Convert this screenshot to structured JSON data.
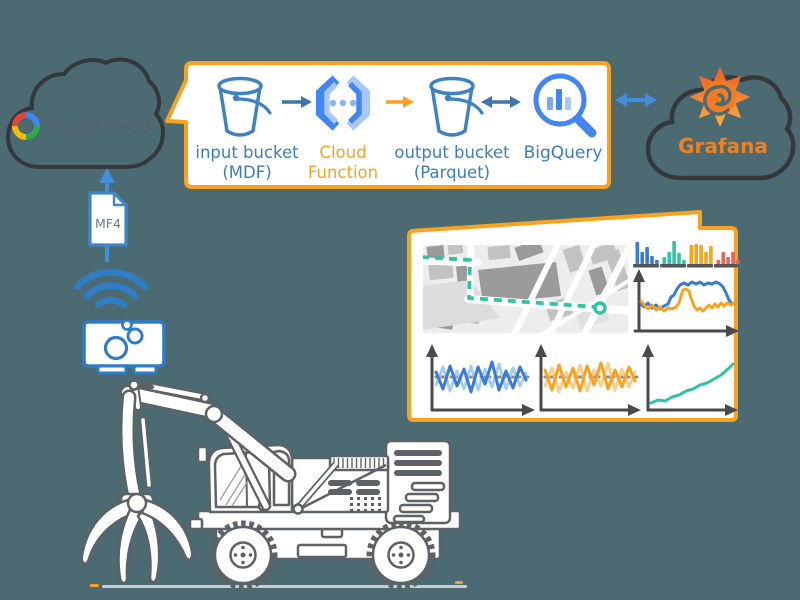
{
  "background": "#4C6A72",
  "accent_orange": "#F9A21D",
  "google_cloud": {
    "label": "Google Cloud"
  },
  "uplink": {
    "file_label": "MF4"
  },
  "pipeline": {
    "input_bucket_line1": "input bucket",
    "input_bucket_line2": "(MDF)",
    "cloud_function_line1": "Cloud",
    "cloud_function_line2": "Function",
    "output_bucket_line1": "output bucket",
    "output_bucket_line2": "(Parquet)",
    "bigquery_label": "BigQuery"
  },
  "grafana": {
    "label": "Grafana"
  },
  "icons": {
    "google-cloud-logo": "multicolor-cloud-ring",
    "bucket": "bucket-outline",
    "cloud-function": "brackets-with-dots",
    "bigquery": "magnifier-with-bars",
    "grafana-logo": "orange-spiral-burst",
    "wifi": "three-arcs",
    "file-mf4": "document-folded-corner",
    "data-logger": "device-with-circles"
  },
  "dashboard": {
    "mini_bars": [
      {
        "name": "blue",
        "color": "#3A7BD5",
        "heights": [
          22,
          12,
          17,
          8,
          4
        ]
      },
      {
        "name": "teal",
        "color": "#2EC4A5",
        "heights": [
          7,
          12,
          23,
          11,
          4
        ]
      },
      {
        "name": "orange",
        "color": "#F9A21D",
        "heights": [
          19,
          20,
          19,
          12,
          18
        ]
      },
      {
        "name": "red",
        "color": "#F0605A",
        "heights": [
          4,
          12,
          7,
          12,
          4
        ]
      }
    ],
    "line_chart": {
      "series": [
        {
          "name": "blue",
          "color": "#3A7BD5",
          "points": [
            [
              641,
              304
            ],
            [
              644,
              307
            ],
            [
              648,
              303
            ],
            [
              652,
              308
            ],
            [
              656,
              305
            ],
            [
              660,
              309
            ],
            [
              664,
              306
            ],
            [
              668,
              304
            ],
            [
              671,
              297
            ],
            [
              674,
              295
            ],
            [
              677,
              289
            ],
            [
              680,
              285
            ],
            [
              684,
              283
            ],
            [
              688,
              285
            ],
            [
              692,
              282
            ],
            [
              696,
              284
            ],
            [
              700,
              282
            ],
            [
              704,
              285
            ],
            [
              708,
              283
            ],
            [
              712,
              284
            ],
            [
              716,
              282
            ],
            [
              720,
              284
            ],
            [
              723,
              287
            ],
            [
              726,
              293
            ],
            [
              729,
              300
            ],
            [
              732,
              304
            ],
            [
              735,
              303
            ]
          ]
        },
        {
          "name": "orange",
          "color": "#F9A21D",
          "points": [
            [
              641,
              301
            ],
            [
              645,
              306
            ],
            [
              648,
              309
            ],
            [
              652,
              305
            ],
            [
              656,
              310
            ],
            [
              660,
              307
            ],
            [
              664,
              311
            ],
            [
              668,
              308
            ],
            [
              672,
              309
            ],
            [
              676,
              307
            ],
            [
              679,
              303
            ],
            [
              681,
              296
            ],
            [
              683,
              290
            ],
            [
              686,
              289
            ],
            [
              689,
              291
            ],
            [
              691,
              298
            ],
            [
              694,
              306
            ],
            [
              697,
              310
            ],
            [
              700,
              308
            ],
            [
              703,
              311
            ],
            [
              706,
              308
            ],
            [
              709,
              305
            ],
            [
              712,
              308
            ],
            [
              715,
              304
            ],
            [
              718,
              307
            ],
            [
              721,
              303
            ],
            [
              724,
              306
            ],
            [
              727,
              303
            ],
            [
              731,
              305
            ],
            [
              735,
              302
            ]
          ]
        }
      ]
    },
    "noise_chart_blue": {
      "series": [
        {
          "color": "#3A7BD5",
          "points": [
            [
              436,
              372
            ],
            [
              443,
              389
            ],
            [
              450,
              366
            ],
            [
              457,
              386
            ],
            [
              464,
              369
            ],
            [
              471,
              392
            ],
            [
              478,
              367
            ],
            [
              485,
              384
            ],
            [
              492,
              362
            ],
            [
              499,
              390
            ],
            [
              506,
              371
            ],
            [
              513,
              388
            ],
            [
              520,
              367
            ],
            [
              526,
              380
            ]
          ]
        },
        {
          "color": "#A3C9F0",
          "points": [
            [
              436,
              385
            ],
            [
              443,
              367
            ],
            [
              450,
              391
            ],
            [
              457,
              371
            ],
            [
              464,
              389
            ],
            [
              471,
              366
            ],
            [
              478,
              390
            ],
            [
              485,
              369
            ],
            [
              492,
              387
            ],
            [
              499,
              364
            ],
            [
              506,
              389
            ],
            [
              513,
              368
            ],
            [
              520,
              386
            ],
            [
              526,
              373
            ]
          ]
        }
      ]
    },
    "noise_chart_orange": {
      "series": [
        {
          "color": "#F9A21D",
          "points": [
            [
              545,
              370
            ],
            [
              552,
              390
            ],
            [
              559,
              365
            ],
            [
              566,
              387
            ],
            [
              573,
              368
            ],
            [
              580,
              391
            ],
            [
              587,
              366
            ],
            [
              594,
              385
            ],
            [
              601,
              363
            ],
            [
              608,
              389
            ],
            [
              615,
              370
            ],
            [
              622,
              387
            ],
            [
              629,
              367
            ],
            [
              635,
              381
            ]
          ]
        },
        {
          "color": "#F8CB8A",
          "points": [
            [
              545,
              386
            ],
            [
              552,
              368
            ],
            [
              559,
              392
            ],
            [
              566,
              372
            ],
            [
              573,
              388
            ],
            [
              580,
              365
            ],
            [
              587,
              391
            ],
            [
              594,
              370
            ],
            [
              601,
              386
            ],
            [
              608,
              363
            ],
            [
              615,
              390
            ],
            [
              622,
              369
            ],
            [
              629,
              387
            ],
            [
              635,
              372
            ]
          ]
        }
      ]
    },
    "trend_chart": {
      "color": "#2EC4A5",
      "points": [
        [
          651,
          403
        ],
        [
          658,
          400
        ],
        [
          665,
          401
        ],
        [
          672,
          397
        ],
        [
          679,
          395
        ],
        [
          686,
          391
        ],
        [
          693,
          389
        ],
        [
          700,
          385
        ],
        [
          707,
          383
        ],
        [
          714,
          379
        ],
        [
          721,
          375
        ],
        [
          728,
          369
        ],
        [
          733,
          364
        ]
      ]
    },
    "map": {
      "route_color": "#2EC4A5",
      "route_points": [
        [
          421,
          257
        ],
        [
          470,
          260
        ],
        [
          469,
          298
        ],
        [
          597,
          307
        ]
      ]
    }
  }
}
